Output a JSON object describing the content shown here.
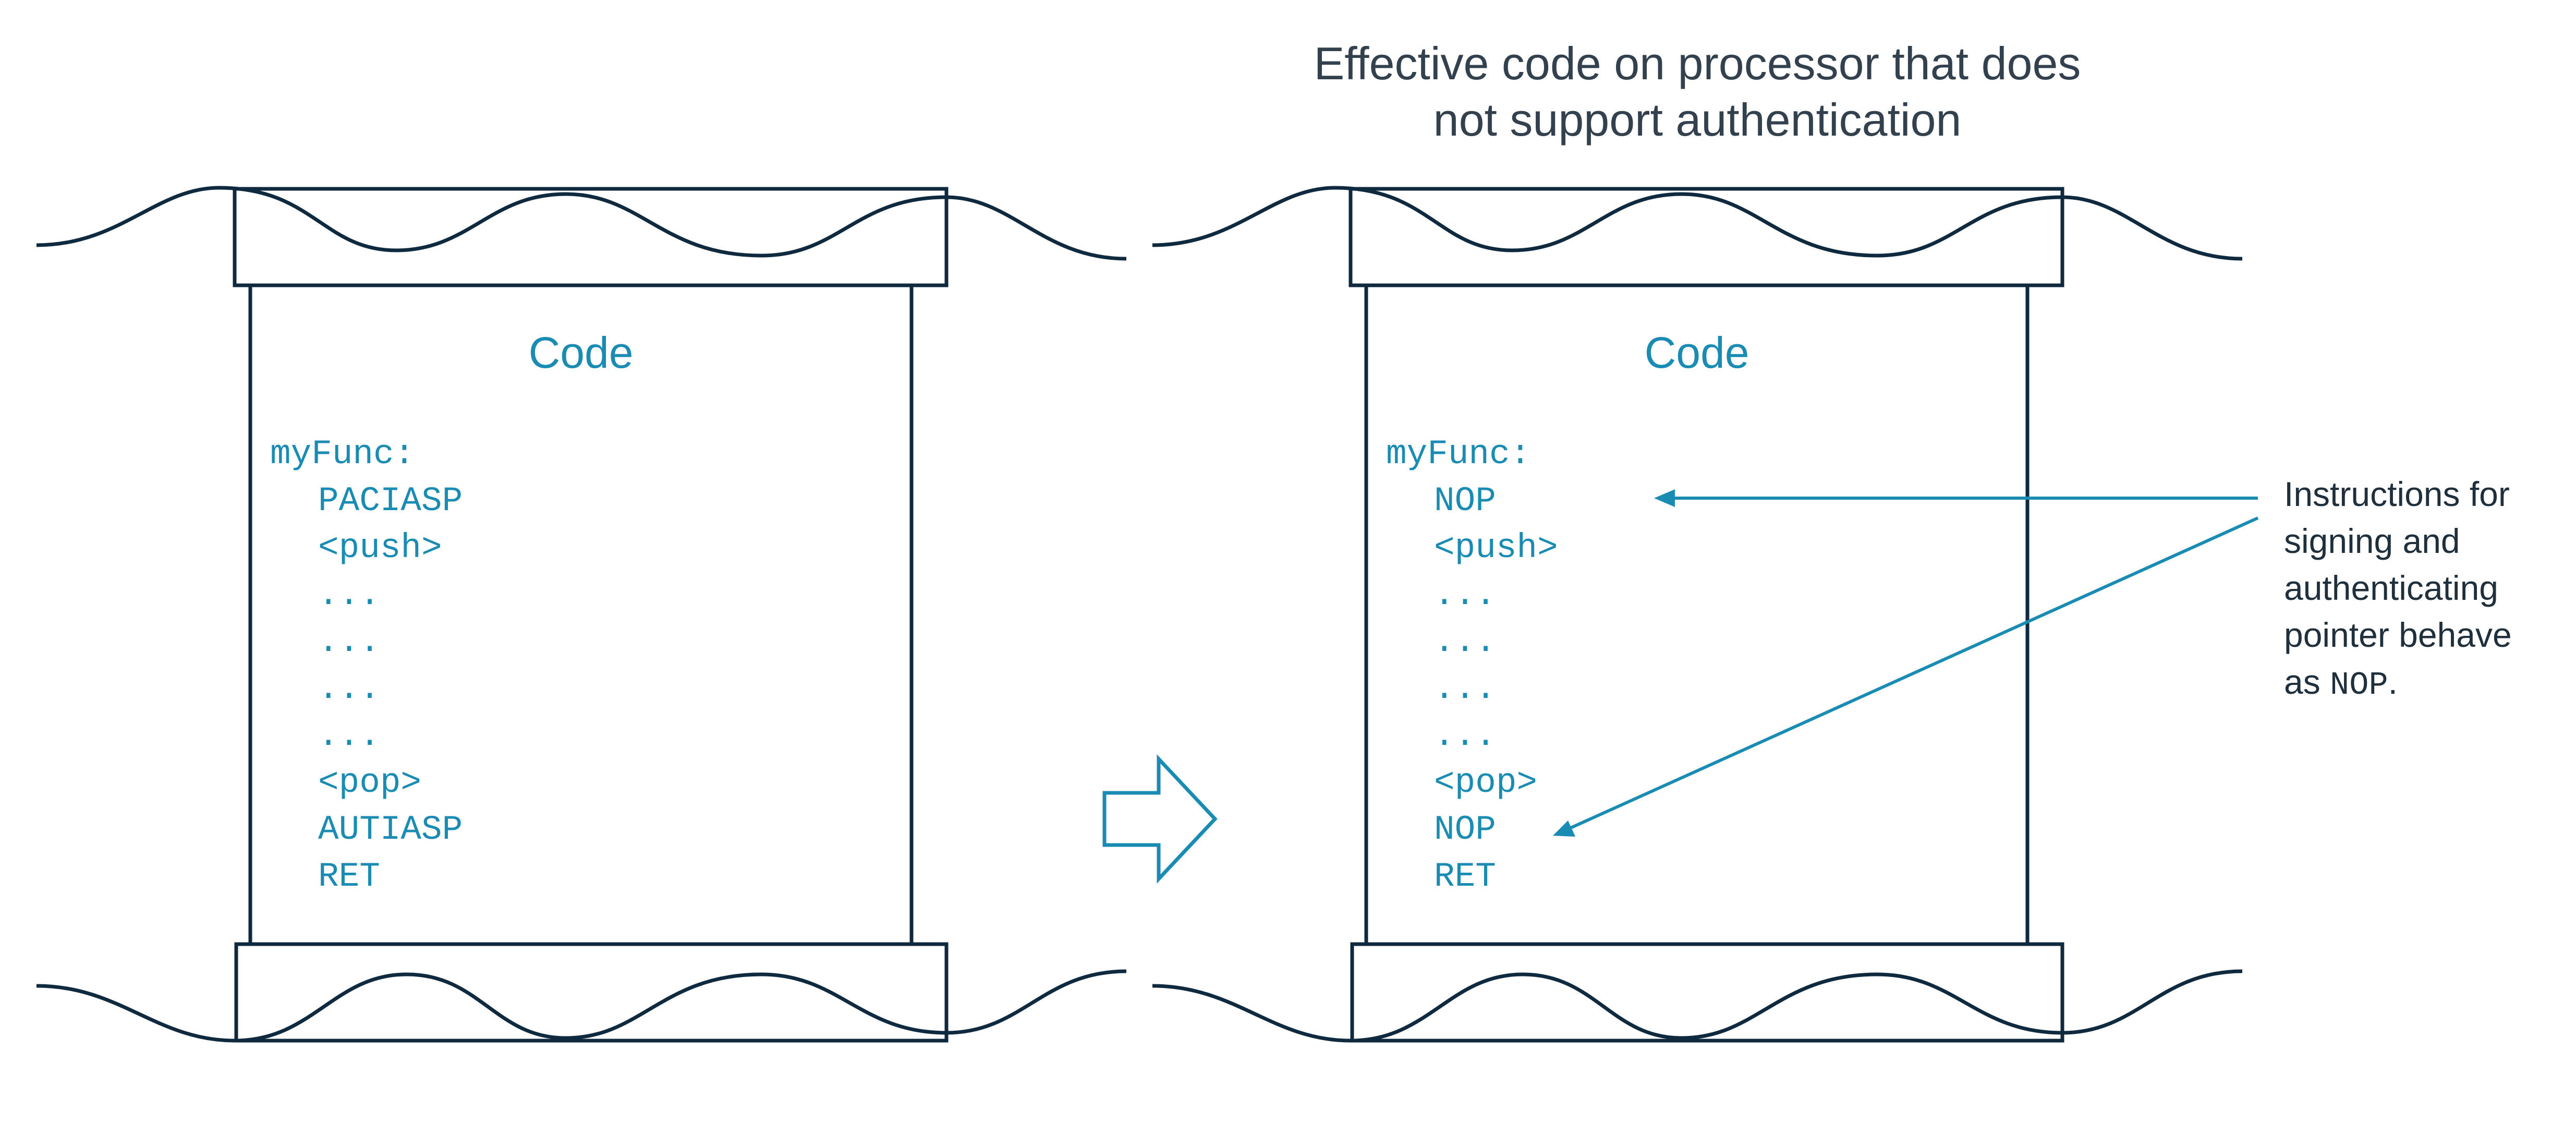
{
  "title_lines": [
    "Effective code on processor that does",
    "not support authentication"
  ],
  "left_panel": {
    "heading": "Code",
    "lines": [
      "myFunc:",
      "PACIASP",
      "<push>",
      "...",
      "...",
      "...",
      "...",
      "<pop>",
      "AUTIASP",
      "RET"
    ]
  },
  "right_panel": {
    "heading": "Code",
    "lines": [
      "myFunc:",
      "NOP",
      "<push>",
      "...",
      "...",
      "...",
      "...",
      "<pop>",
      "NOP",
      "RET"
    ]
  },
  "annotation": {
    "lines": [
      "Instructions for",
      "signing and",
      "authenticating",
      "pointer behave"
    ],
    "last_prefix": "as ",
    "last_mono": "NOP",
    "last_suffix": "."
  },
  "icons": {
    "transform_arrow": "right-arrow-outline-icon",
    "pointer_arrows": "arrow-left-icon"
  },
  "colors": {
    "accent": "#1a8bb3",
    "frame": "#0f2a3f",
    "title": "#33404d"
  }
}
